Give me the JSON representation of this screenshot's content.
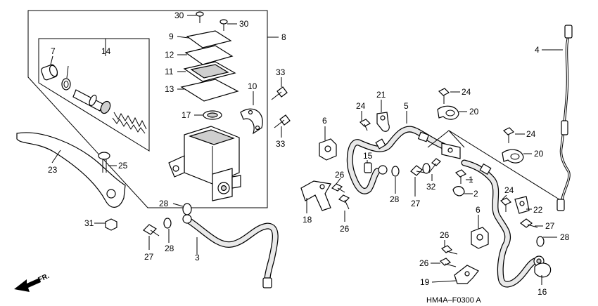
{
  "diagram": {
    "code": "HM4A–F0300 A",
    "direction": "FR.",
    "callouts": {
      "p1": "1",
      "p2": "2",
      "p3": "3",
      "p4": "4",
      "p5": "5",
      "p6a": "6",
      "p6b": "6",
      "p7": "7",
      "p8": "8",
      "p9": "9",
      "p10": "10",
      "p11": "11",
      "p12": "12",
      "p13": "13",
      "p14": "14",
      "p15": "15",
      "p16": "16",
      "p17": "17",
      "p18": "18",
      "p19": "19",
      "p20a": "20",
      "p20b": "20",
      "p21": "21",
      "p22": "22",
      "p23": "23",
      "p24a": "24",
      "p24b": "24",
      "p24c": "24",
      "p24d": "24",
      "p25": "25",
      "p26a": "26",
      "p26b": "26",
      "p26c": "26",
      "p26d": "26",
      "p27a": "27",
      "p27b": "27",
      "p27c": "27",
      "p28a": "28",
      "p28b": "28",
      "p28c": "28",
      "p28d": "28",
      "p30a": "30",
      "p30b": "30",
      "p31": "31",
      "p32": "32",
      "p33a": "33",
      "p33b": "33"
    }
  }
}
